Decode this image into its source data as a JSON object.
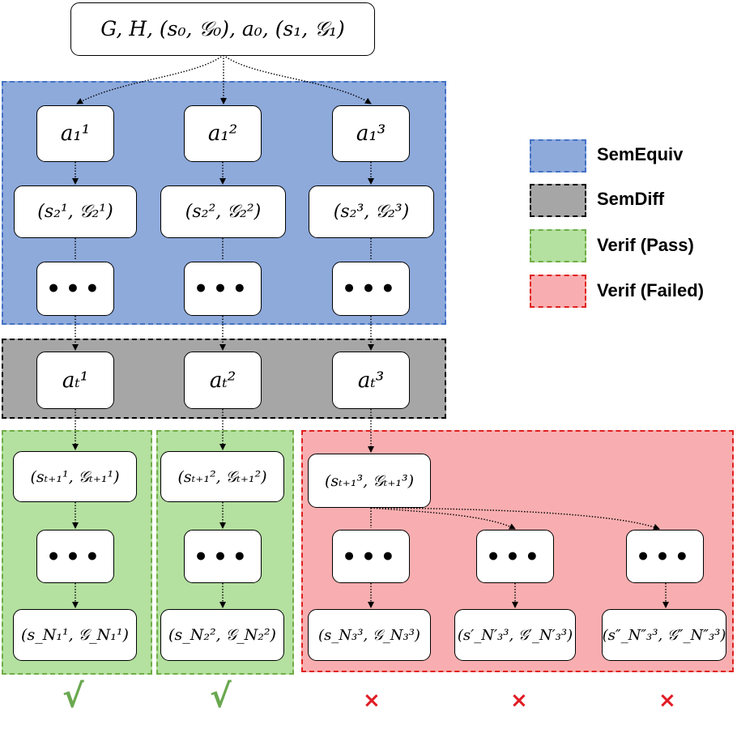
{
  "colors": {
    "semequiv_fill": "#8eaadb",
    "semequiv_border": "#4472c4",
    "semdiff_fill": "#a6a6a6",
    "semdiff_border": "#000000",
    "pass_fill": "#b4e0a0",
    "pass_border": "#70ad47",
    "failed_fill": "#f8aeb0",
    "failed_border": "#e02020",
    "check_mark": "#6aa84f",
    "cross_mark": "#e01b24"
  },
  "root": {
    "label": "G, H, (s₀, 𝒢₀), a₀, (s₁, 𝒢₁)"
  },
  "columns": [
    {
      "a1": "a₁¹",
      "s2": "(s₂¹, 𝒢₂¹)",
      "dots1": "•••",
      "at": "aₜ¹",
      "st1": "(sₜ₊₁¹, 𝒢ₜ₊₁¹)",
      "dots2": "•••",
      "sN": "(s_N₁¹, 𝒢_N₁¹)"
    },
    {
      "a1": "a₁²",
      "s2": "(s₂², 𝒢₂²)",
      "dots1": "•••",
      "at": "aₜ²",
      "st1": "(sₜ₊₁², 𝒢ₜ₊₁²)",
      "dots2": "•••",
      "sN": "(s_N₂², 𝒢_N₂²)"
    },
    {
      "a1": "a₁³",
      "s2": "(s₂³, 𝒢₂³)",
      "dots1": "•••",
      "at": "aₜ³",
      "st1": "(sₜ₊₁³, 𝒢ₜ₊₁³)"
    }
  ],
  "failed_branches": [
    {
      "dots": "•••",
      "sN": "(s_N₃³, 𝒢_N₃³)"
    },
    {
      "dots": "•••",
      "sN": "(s′_N′₃³, 𝒢′_N′₃³)"
    },
    {
      "dots": "•••",
      "sN": "(s″_N″₃³, 𝒢″_N″₃³)"
    }
  ],
  "legend": [
    {
      "label": "SemEquiv"
    },
    {
      "label": "SemDiff"
    },
    {
      "label": "Verif (Pass)"
    },
    {
      "label": "Verif (Failed)"
    }
  ],
  "results": [
    "√",
    "√",
    "×",
    "×",
    "×"
  ]
}
